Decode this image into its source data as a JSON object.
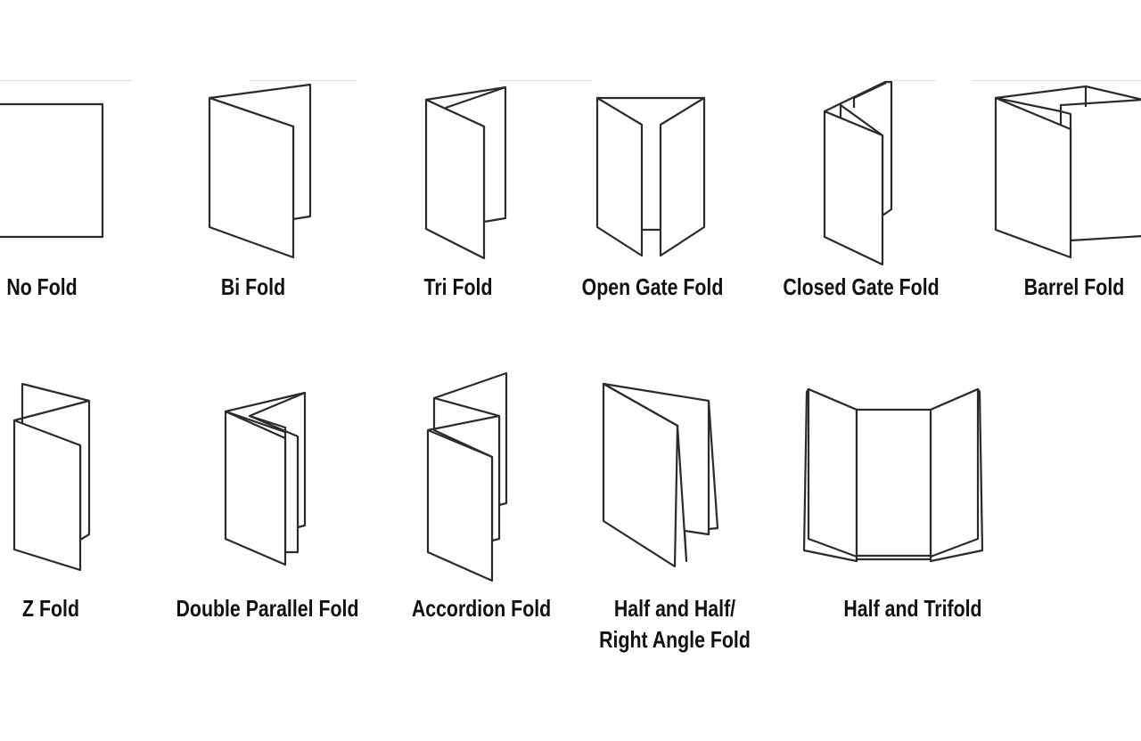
{
  "folds": [
    {
      "label": "No Fold"
    },
    {
      "label": "Bi Fold"
    },
    {
      "label": "Tri Fold"
    },
    {
      "label": "Open Gate Fold"
    },
    {
      "label": "Closed Gate Fold"
    },
    {
      "label": "Barrel Fold"
    },
    {
      "label": "Z Fold"
    },
    {
      "label": "Double Parallel Fold"
    },
    {
      "label": "Accordion Fold"
    },
    {
      "label": "Half and Half/",
      "label2": "Right Angle Fold"
    },
    {
      "label": "Half and Trifold"
    }
  ]
}
